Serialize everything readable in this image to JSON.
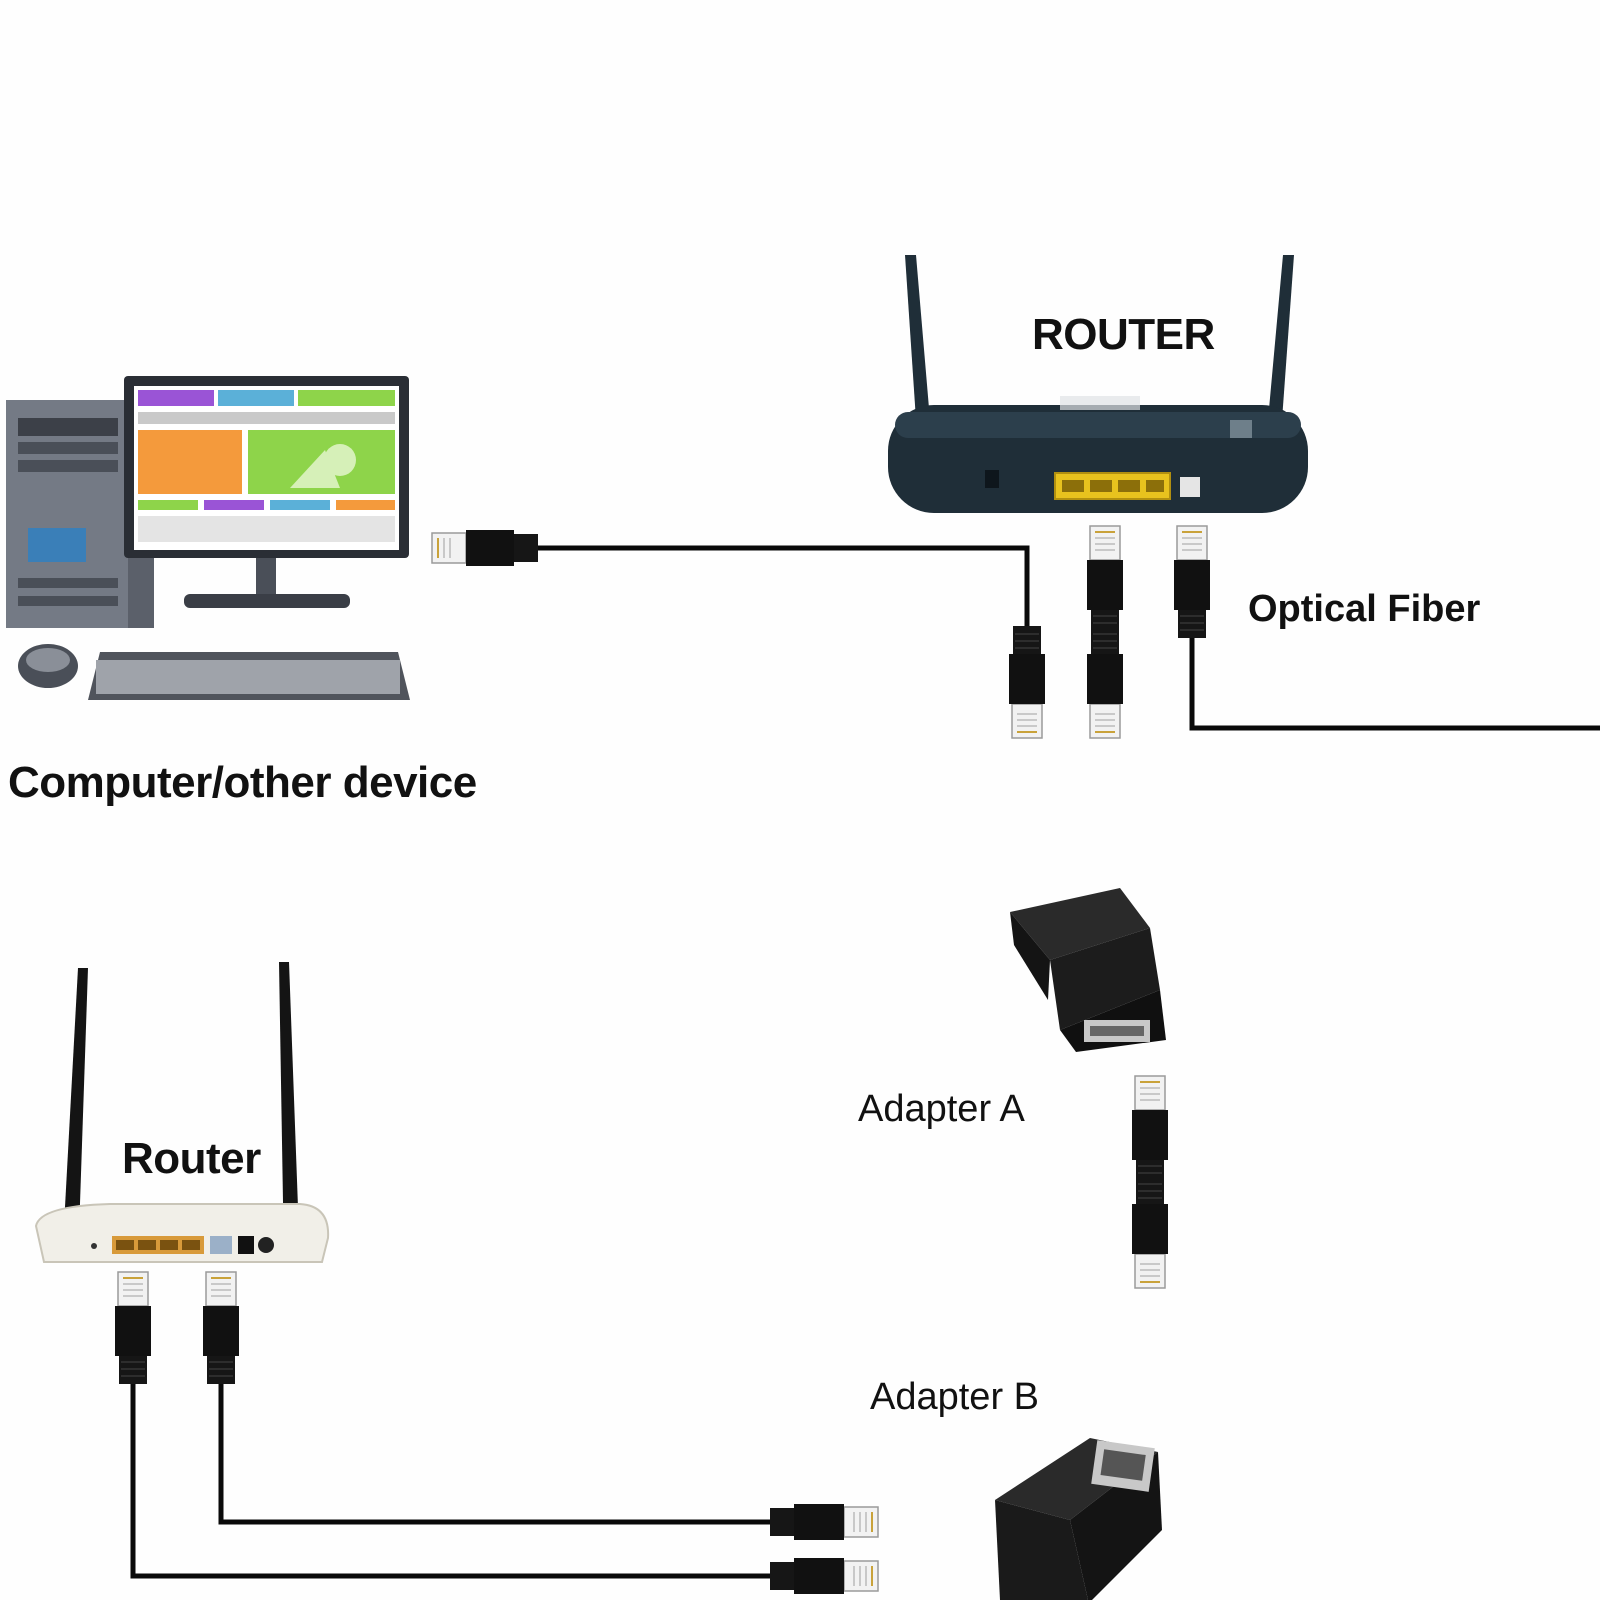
{
  "labels": {
    "main_router": "ROUTER",
    "optical_fiber": "Optical Fiber",
    "computer": "Computer/other device",
    "adapter_a": "Adapter A",
    "adapter_b": "Adapter B",
    "second_router": "Router"
  },
  "colors": {
    "background": "#fefefe",
    "cable": "#0a0a0a",
    "main_router_body": "#1f2e38",
    "lan_port": "#e8c21e",
    "second_router_body": "#f1efe8",
    "second_router_port": "#d89a3a",
    "adapter_body": "#1c1c1c",
    "connector_metal": "#e6e6e6"
  }
}
